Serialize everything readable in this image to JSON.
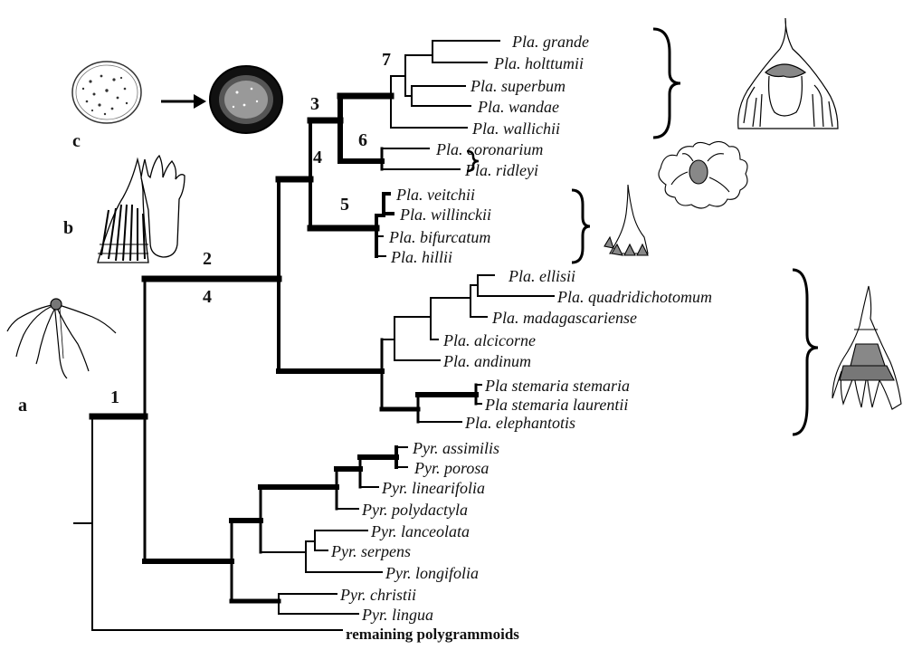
{
  "taxa": {
    "grande": "Pla. grande",
    "holttumii": "Pla. holttumii",
    "superbum": "Pla. superbum",
    "wandae": "Pla. wandae",
    "wallichii": "Pla. wallichii",
    "coronarium": "Pla. coronarium",
    "ridleyi": "Pla. ridleyi",
    "veitchii": "Pla. veitchii",
    "willinckii": "Pla. willinckii",
    "bifurcatum": "Pla. bifurcatum",
    "hillii": "Pla. hillii",
    "ellisii": "Pla. ellisii",
    "quadridichotomum": "Pla. quadridichotomum",
    "madagascariense": "Pla. madagascariense",
    "alcicorne": "Pla. alcicorne",
    "andinum": "Pla. andinum",
    "stemaria": "Pla stemaria stemaria",
    "laurentii": "Pla stemaria laurentii",
    "elephantotis": "Pla. elephantotis",
    "assimilis": "Pyr. assimilis",
    "porosa": "Pyr. porosa",
    "linearifolia": "Pyr. linearifolia",
    "polydactyla": "Pyr. polydactyla",
    "lanceolata": "Pyr. lanceolata",
    "serpens": "Pyr. serpens",
    "longifolia": "Pyr. longifolia",
    "christii": "Pyr. christii",
    "lingua": "Pyr. lingua",
    "outgroup": "remaining polygrammoids"
  },
  "node_labels": {
    "n1": "1",
    "n2": "2",
    "n4a": "4",
    "n3": "3",
    "n4b": "4",
    "n6": "6",
    "n5": "5",
    "n7": "7"
  },
  "panel_labels": {
    "a": "a",
    "b": "b",
    "c": "c"
  }
}
